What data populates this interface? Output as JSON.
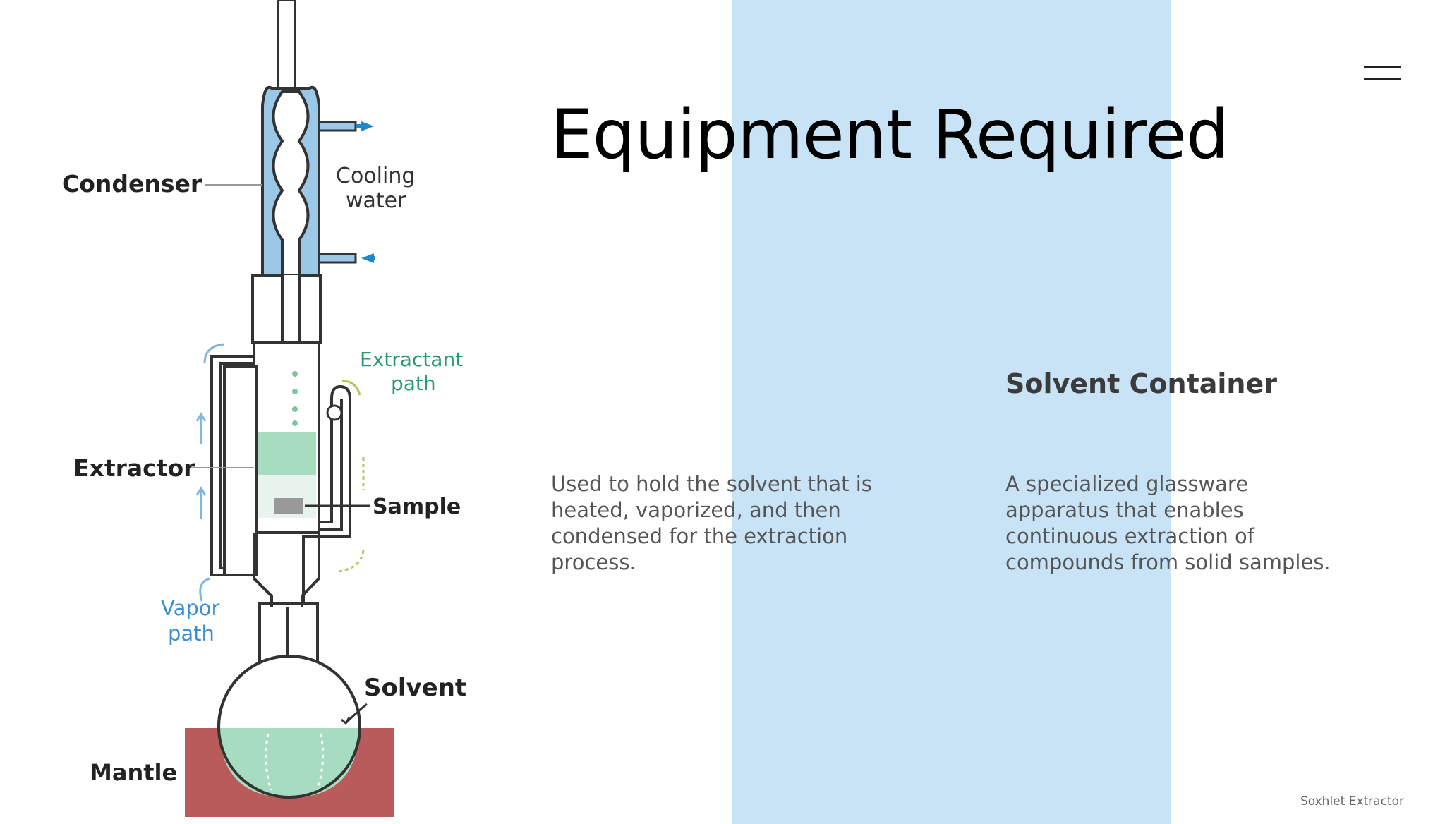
{
  "slide": {
    "title": "Equipment Required",
    "item_title": "Solvent Container",
    "left_description": "Used to hold the solvent that is heated, vaporized, and then condensed for the extraction process.",
    "right_description": "A specialized glassware apparatus that enables continuous extraction of compounds from solid samples.",
    "footer": "Soxhlet Extractor"
  },
  "diagram": {
    "labels": {
      "condenser": "Condenser",
      "cooling_water_line1": "Cooling",
      "cooling_water_line2": "water",
      "extractant_path_line1": "Extractant",
      "extractant_path_line2": "path",
      "extractor": "Extractor",
      "sample": "Sample",
      "vapor_path_line1": "Vapor",
      "vapor_path_line2": "path",
      "solvent": "Solvent",
      "mantle": "Mantle"
    }
  },
  "icons": {
    "menu": "menu-icon"
  },
  "colors": {
    "accent_band": "#c9e3f6",
    "condenser_water": "#9cc8e8",
    "arrow_blue": "#1e88c9",
    "solvent_green": "#a8dcc0",
    "mantle_red": "#b95b5b",
    "label_green": "#2a9a6a",
    "label_blue": "#3a8fd0"
  }
}
